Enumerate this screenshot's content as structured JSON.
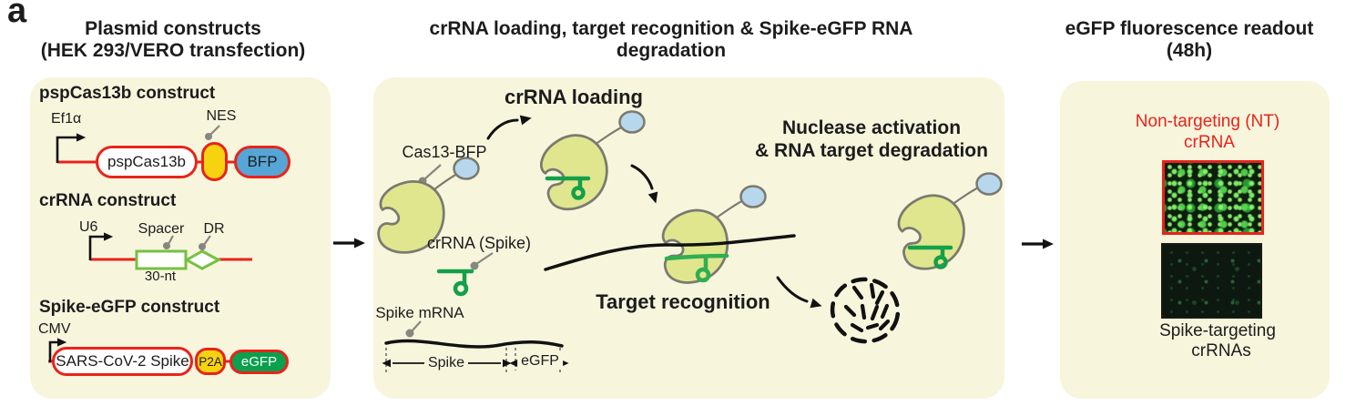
{
  "figure_label": "a",
  "colors": {
    "panel_background": "#f8f5dd",
    "construct_red": "#e8231a",
    "nes_p2a_yellow": "#f6d211",
    "bfp_blue": "#55a6d6",
    "egfp_green": "#0aa04e",
    "crrna_outline_green": "#76c043",
    "crrna_green": "#14a04a",
    "cas13_fill": "#e0e68e",
    "outline_grey": "#7a7a70"
  },
  "left_panel": {
    "title_line1": "Plasmid constructs",
    "title_line2": "(HEK 293/VERO transfection)",
    "construct1": {
      "header": "pspCas13b construct",
      "promoter": "Ef1α",
      "gene": "pspCas13b",
      "tag1": "NES",
      "tag2": "BFP"
    },
    "construct2": {
      "header": "crRNA construct",
      "promoter": "U6",
      "spacer": "Spacer",
      "spacer_length": "30-nt",
      "dr": "DR"
    },
    "construct3": {
      "header": "Spike-eGFP construct",
      "promoter": "CMV",
      "gene": "SARS-CoV-2 Spike",
      "tag1": "P2A",
      "tag2": "eGFP"
    }
  },
  "middle_panel": {
    "title_line1": "crRNA loading, target recognition & Spike-eGFP RNA",
    "title_line2": "degradation",
    "step_crrna_loading": "crRNA loading",
    "cas13_bfp_label": "Cas13-BFP",
    "crrna_spike_label": "crRNA (Spike)",
    "spike_mrna_label": "Spike mRNA",
    "mrna_region_spike": "Spike",
    "mrna_region_egfp": "eGFP",
    "step_target_recognition": "Target recognition",
    "step_nuclease_line1": "Nuclease activation",
    "step_nuclease_line2": "& RNA target degradation"
  },
  "right_panel": {
    "title_line1": "eGFP fluorescence readout",
    "title_line2": "(48h)",
    "nt_label_line1": "Non-targeting (NT)",
    "nt_label_line2": "crRNA",
    "spike_label_line1": "Spike-targeting",
    "spike_label_line2": "crRNAs"
  }
}
